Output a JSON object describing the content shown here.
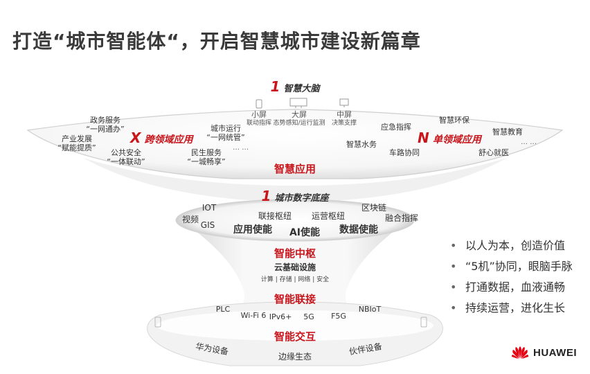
{
  "title": "打造“城市智能体“，开启智慧城市建设新篇章",
  "brain": {
    "num": "1",
    "label": "智慧大脑",
    "screens": [
      {
        "label": "小屏",
        "sub": "联动指挥"
      },
      {
        "label": "大屏",
        "sub": "态势感知/运行监测"
      },
      {
        "label": "中屏",
        "sub": "决策支撑"
      }
    ]
  },
  "cross_domain": {
    "letter": "X",
    "label": "跨领域应用",
    "items": [
      {
        "l1": "政务服务",
        "l2": "“一网通办”"
      },
      {
        "l1": "产业发展",
        "l2": "“赋能提质”"
      },
      {
        "l1": "公共安全",
        "l2": "“一体联动”"
      },
      {
        "l1": "城市运行",
        "l2": "“一网统管”"
      },
      {
        "l1": "民生服务",
        "l2": "“一城畅享”"
      }
    ],
    "ellipsis": "… …"
  },
  "single_domain": {
    "letter": "N",
    "label": "单领域应用",
    "items": [
      "应急指挥",
      "智慧环保",
      "智慧教育",
      "智慧水务",
      "车路协同",
      "舒心就医"
    ],
    "ellipsis": "… …"
  },
  "apps_label": "智慧应用",
  "base": {
    "num": "1",
    "label": "城市数字底座",
    "items": [
      "IOT",
      "视频",
      "GIS",
      "联接枢纽",
      "运营枢纽",
      "区块链",
      "融合指挥"
    ],
    "enablers": [
      "应用使能",
      "AI使能",
      "数据使能"
    ]
  },
  "hub": {
    "label": "智能中枢",
    "cloud": "云基础设施",
    "cloud_items": "计算 | 存储 | 网络 | 安全"
  },
  "connect": {
    "label": "智能联接",
    "items": [
      "PLC",
      "Wi-Fi 6",
      "IPv6+",
      "5G",
      "F5G",
      "NBIoT"
    ]
  },
  "interact": {
    "label": "智能交互",
    "items": [
      "华为设备",
      "边缘生态",
      "伙伴设备"
    ]
  },
  "bullets": [
    "以人为本，创造价值",
    "“5机”协同，眼脑手脉",
    "打通数据，血液通畅",
    "持续运营，进化生长"
  ],
  "bullet_symbol": "•",
  "logo": {
    "text": "HUAWEI",
    "color": "#e60012"
  },
  "colors": {
    "accent": "#c8161d",
    "text": "#333333"
  }
}
